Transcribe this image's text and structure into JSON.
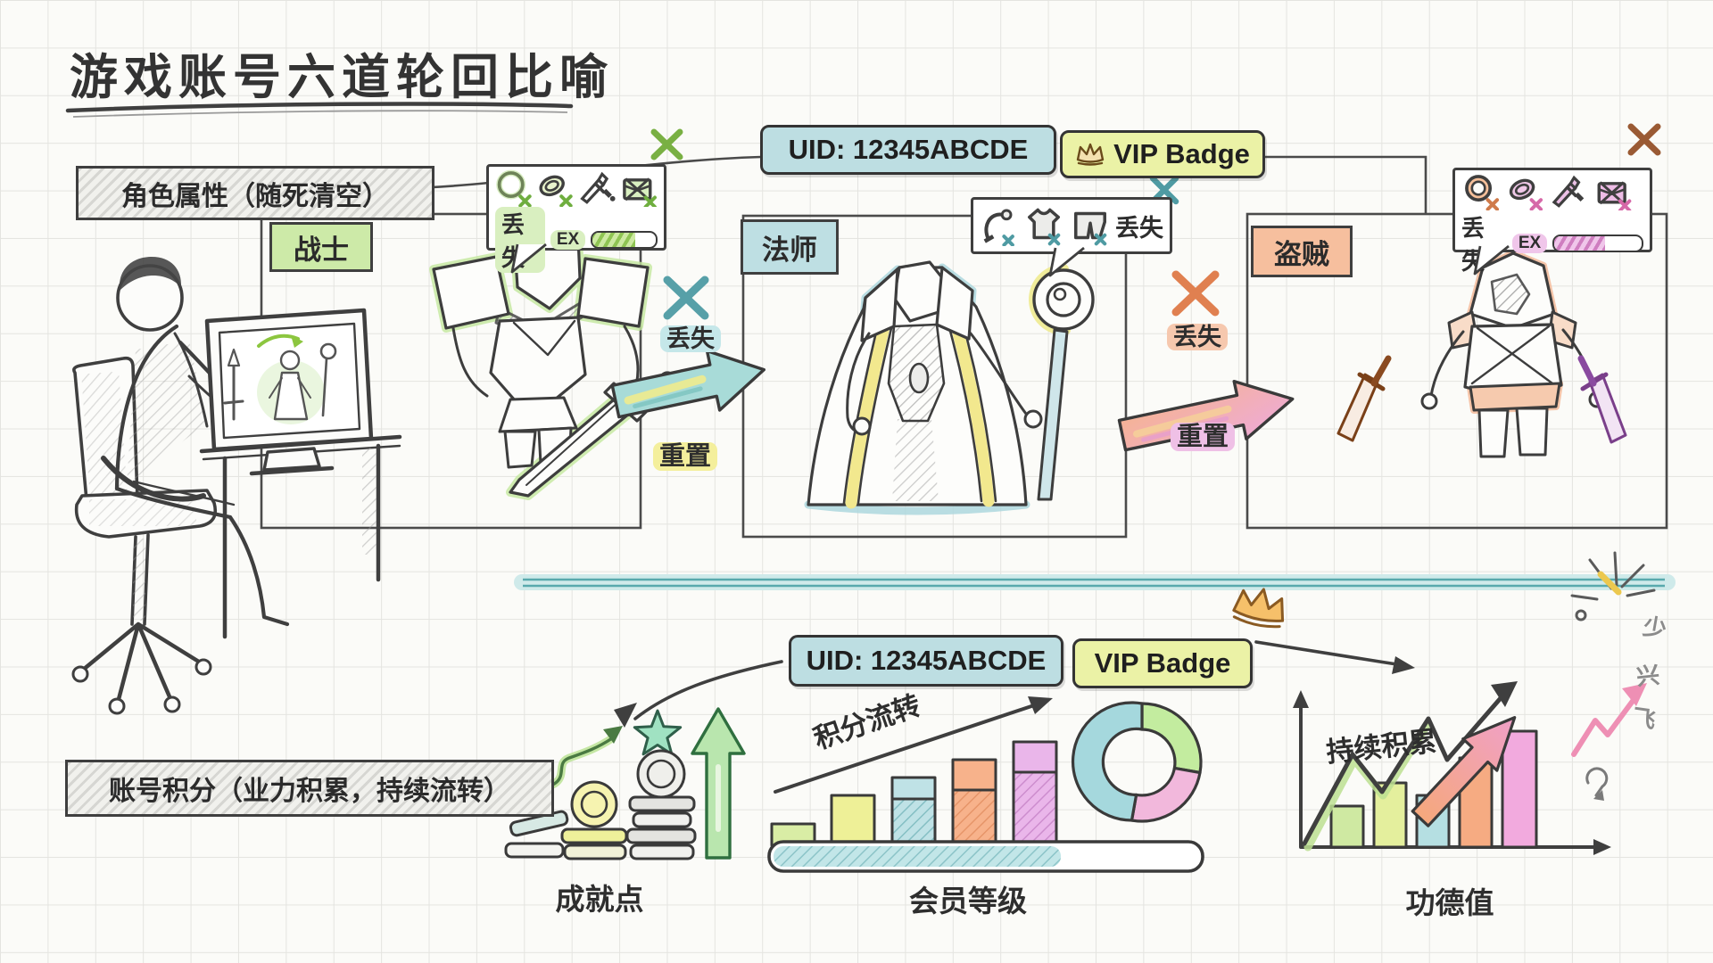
{
  "title": "游戏账号六道轮回比喻",
  "top": {
    "section_label": "角色属性（随死清空）",
    "uid_badge": "UID: 12345ABCDE",
    "vip_badge": "VIP Badge",
    "classes": [
      {
        "label": "战士",
        "color": "#cdeaa8"
      },
      {
        "label": "法师",
        "color": "#bedfe3"
      },
      {
        "label": "盗贼",
        "color": "#f6bf9e"
      }
    ],
    "warrior_bubble": {
      "lost": "丢失",
      "exp": "EX"
    },
    "mage_bubble": {
      "lost": "丢失"
    },
    "thief_bubble": {
      "lost": "丢失",
      "exp": "EX"
    },
    "transition1": {
      "lost": "丢失",
      "reset": "重置"
    },
    "transition2": {
      "lost": "丢失",
      "reset": "重置"
    }
  },
  "bottom": {
    "section_label": "账号积分（业力积累，持续流转）",
    "uid_badge": "UID: 12345ABCDE",
    "vip_badge": "VIP Badge",
    "achievement_label": "成就点",
    "membership_label": "会员等级",
    "merit_label": "功德值",
    "flow_annotation": "积分流转",
    "accumulate_annotation": "持续积累",
    "doodle_marks": [
      "少",
      "兴",
      "飞"
    ]
  },
  "icons": {
    "warrior_bubble": [
      "ring-icon",
      "coin-icon",
      "sword-icon",
      "chest-icon"
    ],
    "mage_bubble": [
      "belt-icon",
      "shirt-icon",
      "shorts-icon"
    ],
    "thief_bubble": [
      "ring-icon",
      "coin-icon",
      "dagger-icon",
      "chest-icon"
    ],
    "vip_badge": "crown-icon"
  },
  "colors": {
    "uid_badge_bg": "#bddee2",
    "vip_badge_bg": "#ebf2a6",
    "warrior_green": "#cdeaa8",
    "mage_blue": "#bedfe3",
    "thief_salmon": "#f6bf9e",
    "divider_teal": "#cfeaea",
    "lost1_highlight": "#c5e7e9",
    "reset1_highlight": "#f4ef9c",
    "lost2_highlight": "#f6c8ae",
    "reset2_highlight": "#efc0e6",
    "arrow1_teal": "#a8dbd8",
    "arrow2_orange": "#f6b48c",
    "arrow2_pink": "#eeaadc"
  },
  "chart_data": [
    {
      "type": "bar",
      "title": "会员等级",
      "annotation": "积分流转",
      "values_relative": [
        1,
        2.3,
        3.1,
        3.9,
        4.7
      ],
      "progress_bar_fill": 0.68,
      "donut_segments": [
        {
          "color": "#c3ec9f",
          "fraction": 0.28
        },
        {
          "color": "#f2b8dc",
          "fraction": 0.25
        },
        {
          "color": "#a5d8dd",
          "fraction": 0.47
        }
      ]
    },
    {
      "type": "bar",
      "title": "功德值",
      "annotation": "持续积累",
      "values_relative": [
        1,
        1.6,
        1.3,
        2.2,
        2.9
      ],
      "trend": "up"
    },
    {
      "type": "pictogram",
      "title": "成就点",
      "elements": [
        "coin-stacks",
        "star",
        "up-arrow"
      ]
    }
  ]
}
